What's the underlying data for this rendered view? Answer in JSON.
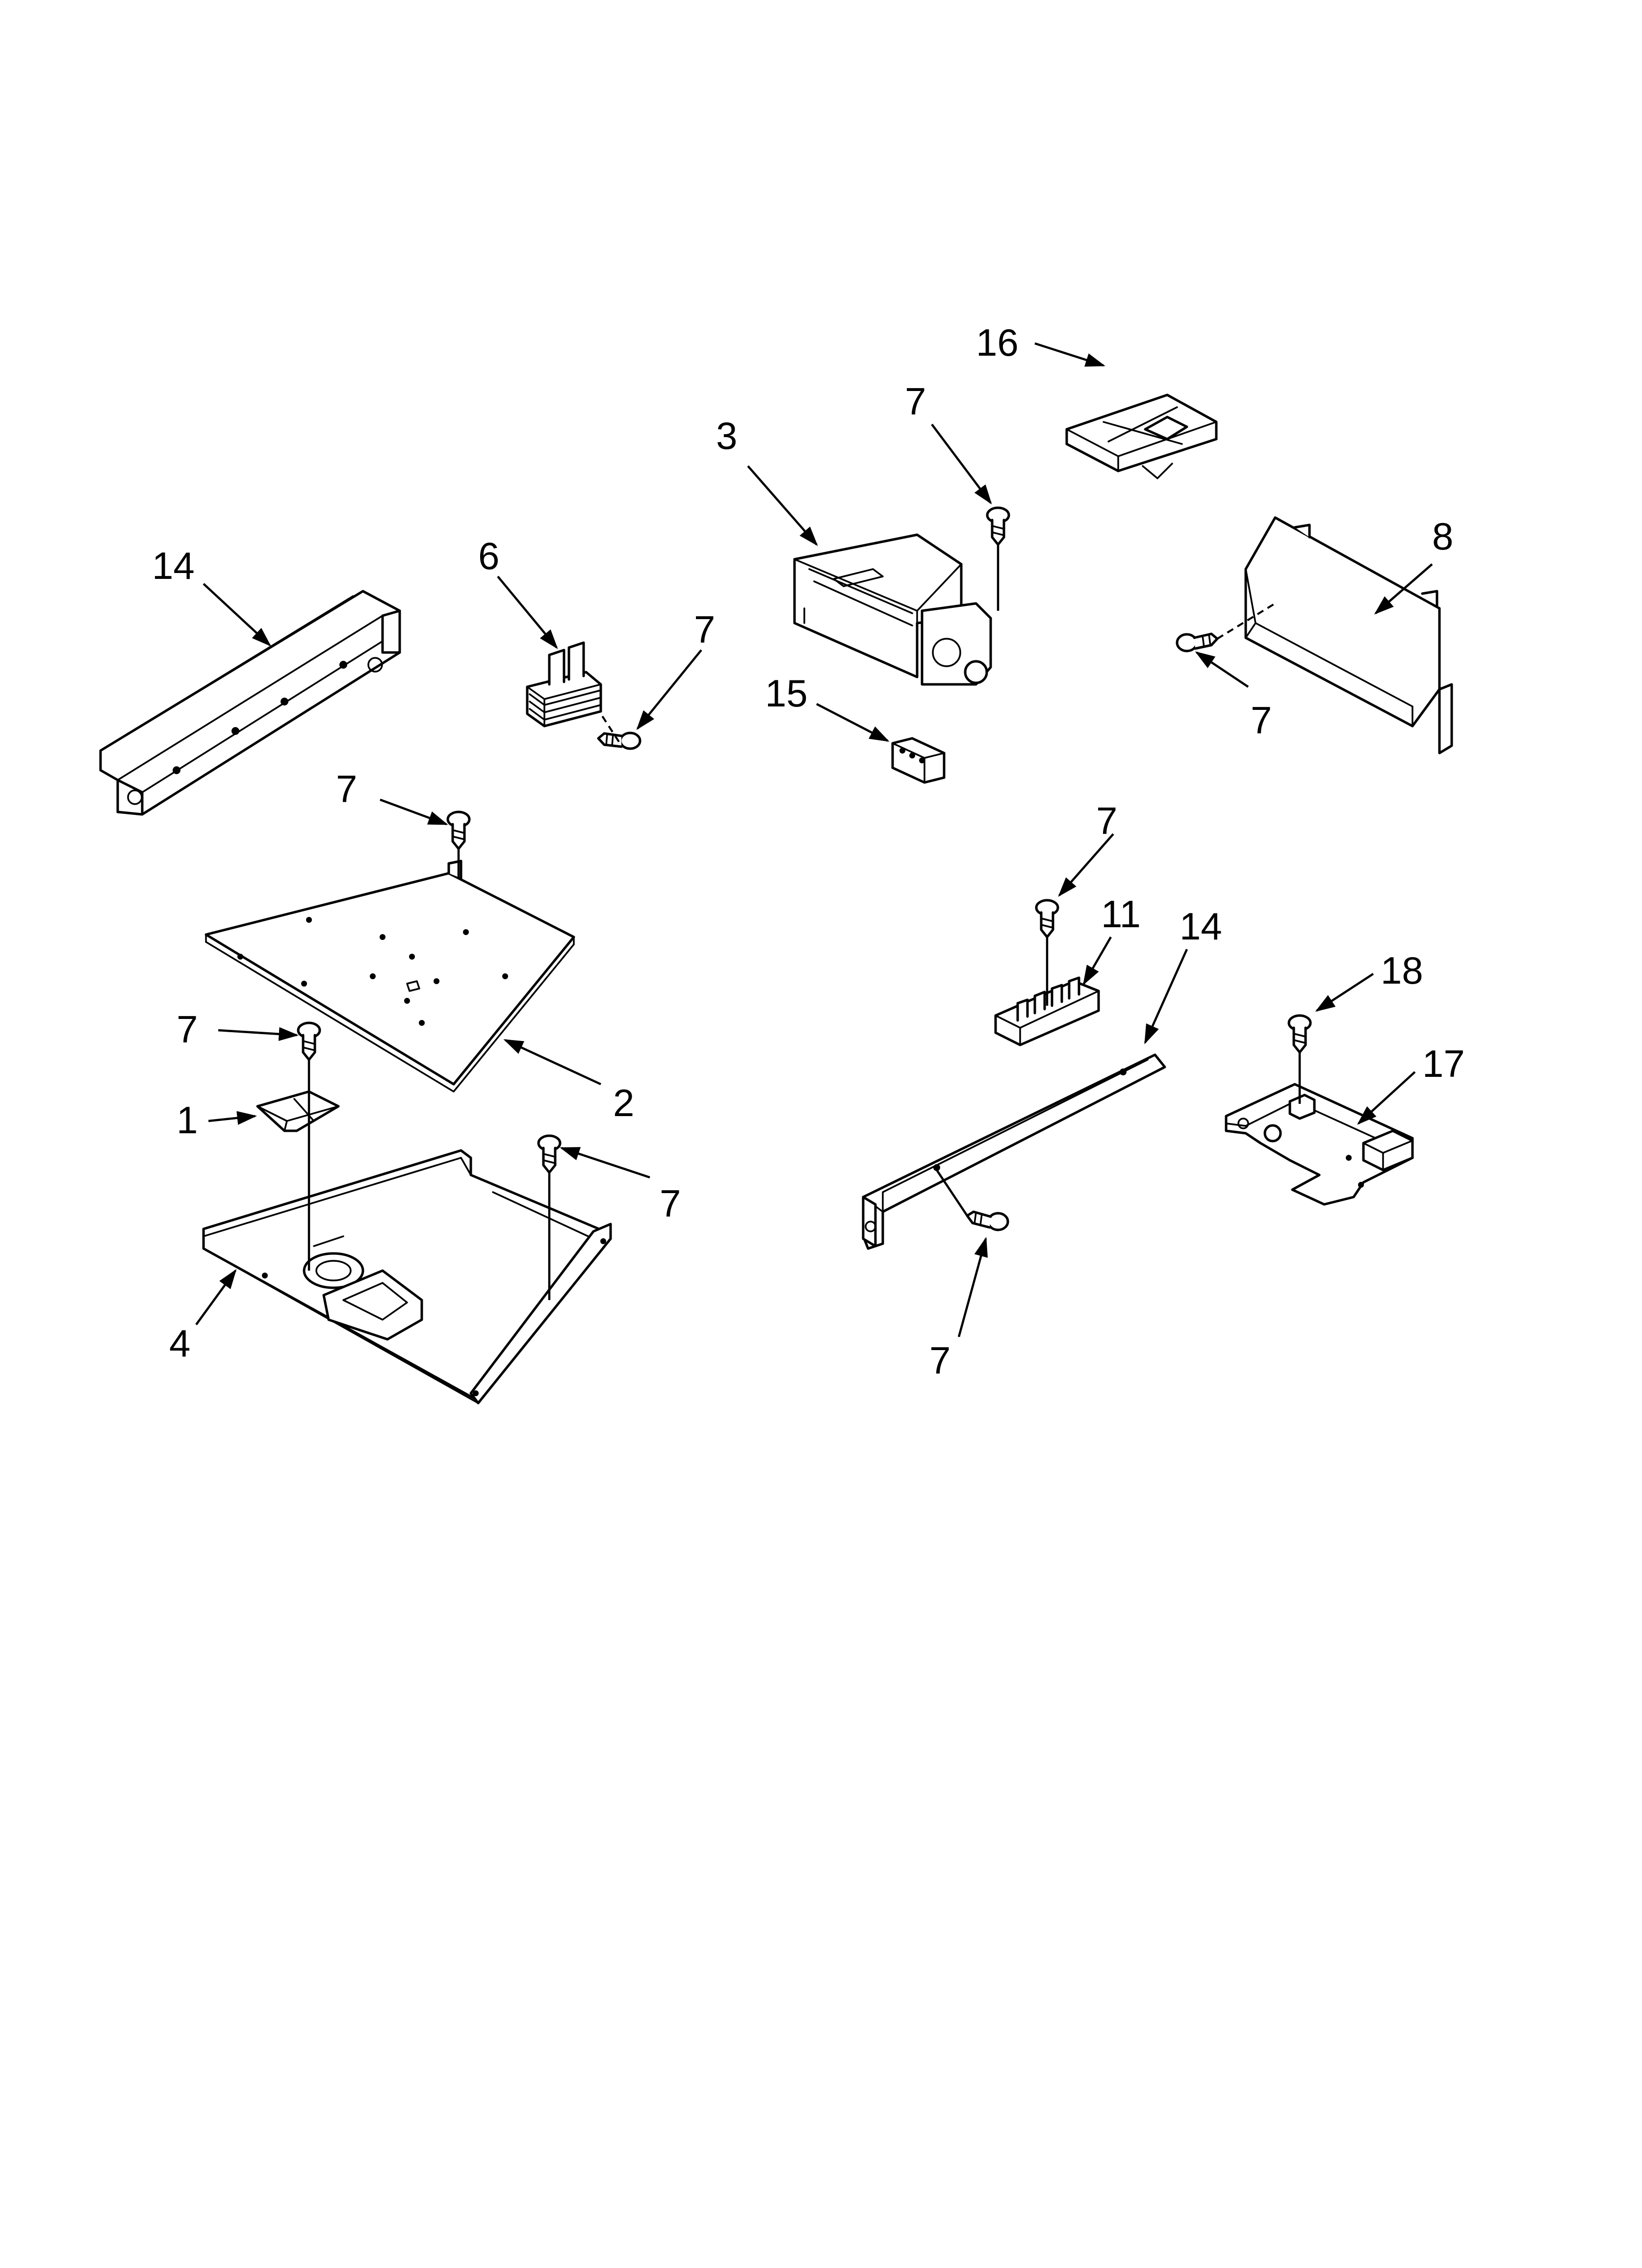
{
  "callouts": {
    "c1": "1",
    "c2": "2",
    "c3": "3",
    "c4": "4",
    "c6": "6",
    "c7": "7",
    "c8": "8",
    "c11": "11",
    "c14": "14",
    "c15": "15",
    "c16": "16",
    "c17": "17",
    "c18": "18"
  },
  "colors": {
    "line": "#000000",
    "background": "#ffffff"
  }
}
